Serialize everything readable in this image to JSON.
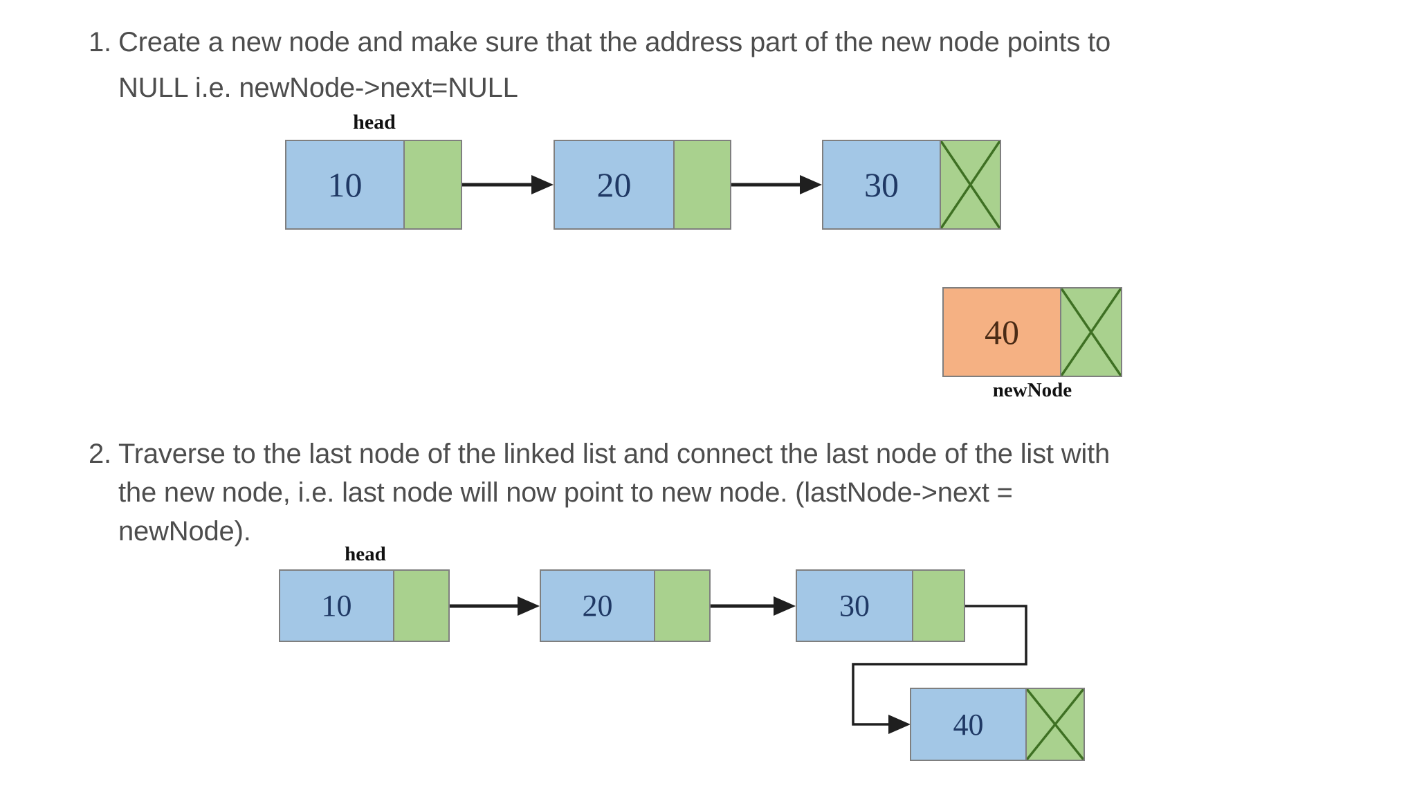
{
  "colors": {
    "background": "#ffffff",
    "data_cell_blue": "#a3c7e6",
    "pointer_cell_green": "#a9d18e",
    "new_node_orange": "#f5b183",
    "cell_border_gray": "#7f7f7f",
    "null_x_green": "#3e7023",
    "node_value_navy": "#1f3864",
    "new_node_value_brown": "#4a2b15",
    "arrow_black": "#1f1f1f",
    "body_text_gray": "#4d4d4d"
  },
  "steps": [
    {
      "marker": "1.",
      "lines": [
        "Create a new node and make sure that the address part of the new node points to",
        "NULL i.e. newNode->next=NULL"
      ]
    },
    {
      "marker": "2.",
      "lines": [
        "Traverse to the last node of the linked list and connect the last node of the list with",
        "the new node, i.e. last node will now point to new node. (lastNode->next =",
        "newNode)."
      ]
    }
  ],
  "diagram1": {
    "head_label": "head",
    "nodes": [
      {
        "value": "10",
        "null_next": false
      },
      {
        "value": "20",
        "null_next": false
      },
      {
        "value": "30",
        "null_next": true
      }
    ],
    "new_node": {
      "value": "40",
      "label": "newNode",
      "null_next": true
    }
  },
  "diagram2": {
    "head_label": "head",
    "nodes": [
      {
        "value": "10",
        "null_next": false
      },
      {
        "value": "20",
        "null_next": false
      },
      {
        "value": "30",
        "null_next": false
      },
      {
        "value": "40",
        "null_next": true
      }
    ]
  }
}
